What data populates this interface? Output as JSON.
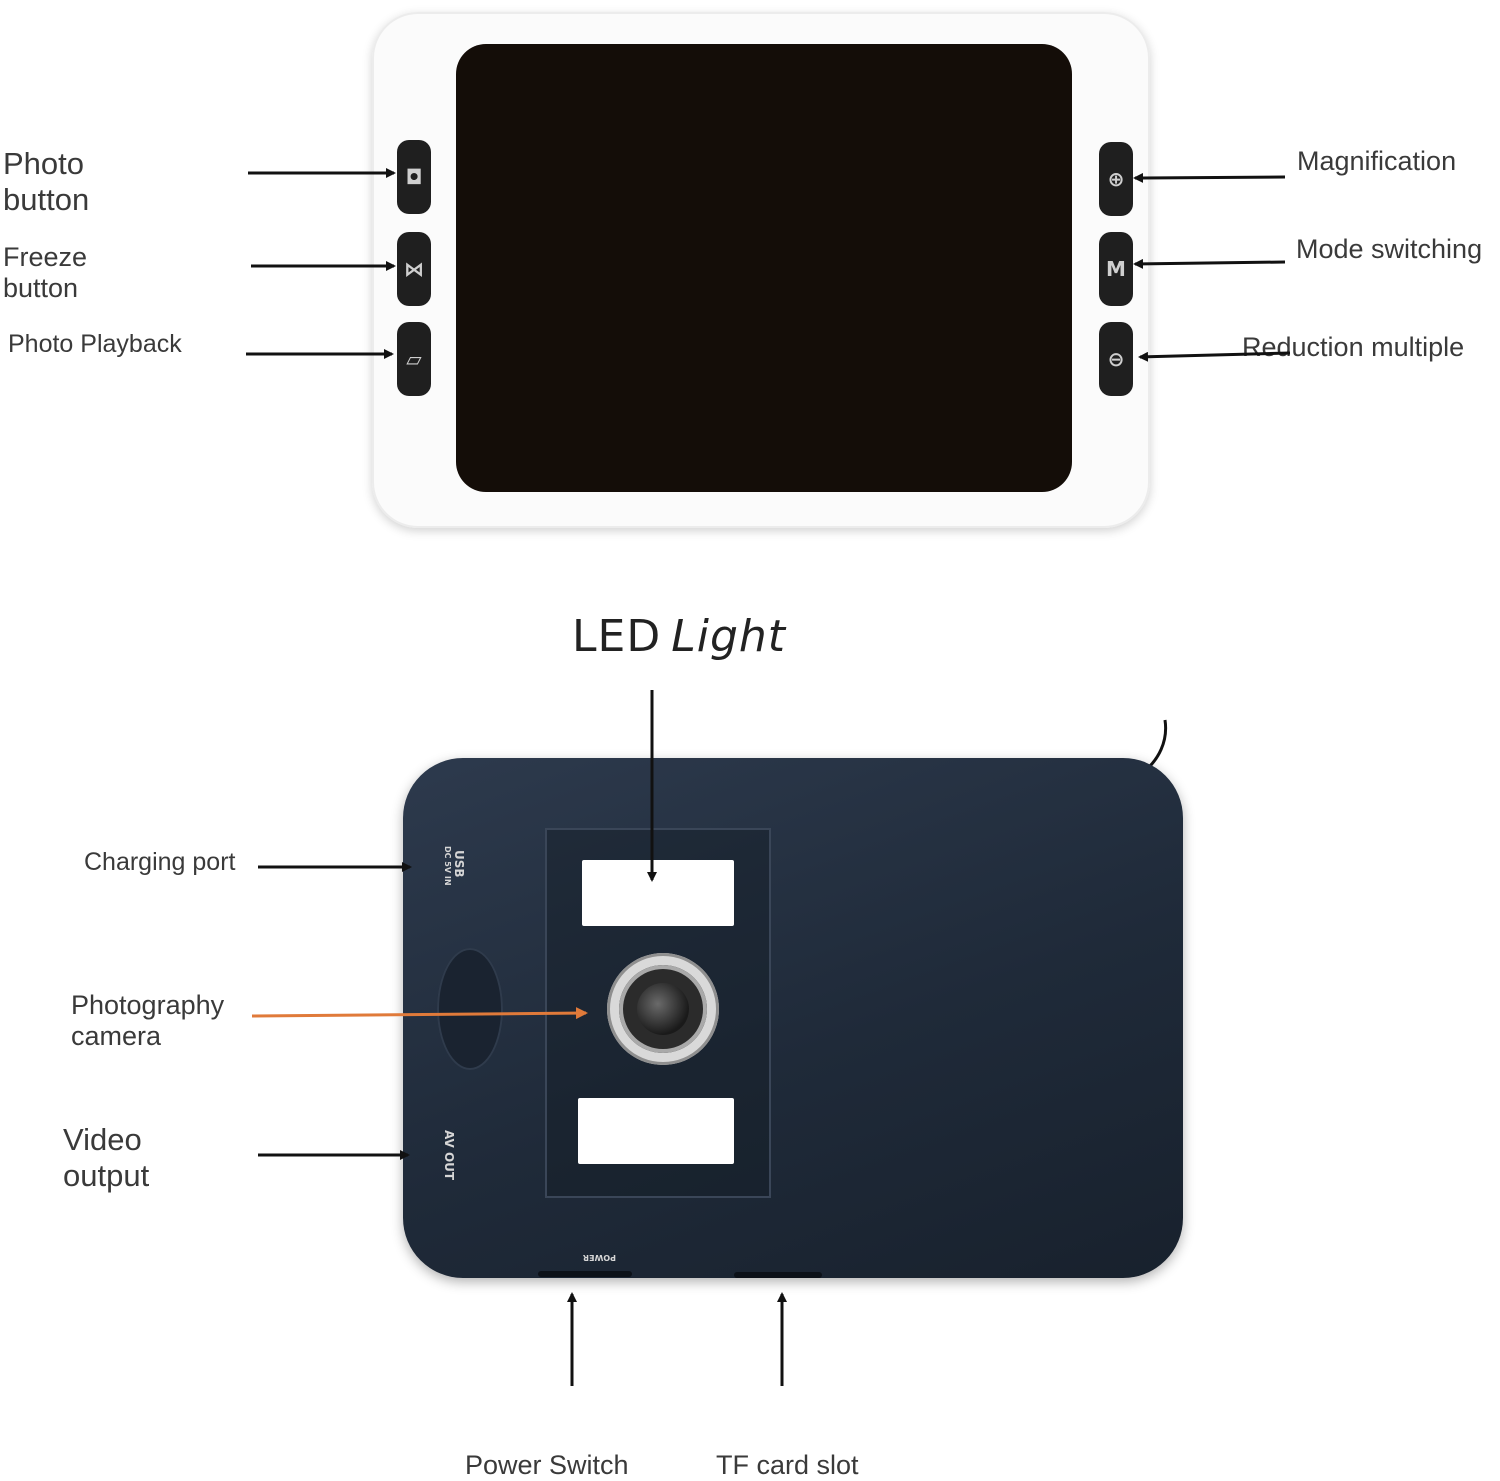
{
  "front": {
    "labels": {
      "photo_button": [
        "Photo",
        "button"
      ],
      "freeze_button": [
        "Freeze",
        "button"
      ],
      "photo_playback": "Photo Playback",
      "magnification": "Magnification",
      "mode_switching": "Mode switching",
      "reduction_multiple": "Reduction multiple"
    },
    "button_glyphs": {
      "photo": "◘",
      "freeze": "⋈",
      "playback": "▱",
      "magnification": "⊕",
      "mode": "M",
      "reduction": "⊖"
    }
  },
  "back": {
    "led_label": {
      "part1": "LED",
      "part2": "Light"
    },
    "labels": {
      "charging_port": "Charging port",
      "photography_camera": [
        "Photography",
        "camera"
      ],
      "video_output": [
        "Video",
        "output"
      ],
      "power_switch": "Power Switch",
      "tf_card_slot": "TF card slot"
    },
    "port_prints": {
      "usb": "USB",
      "dc": "DC 5V IN",
      "av": "AV OUT",
      "power": "POWER"
    }
  },
  "colors": {
    "arrow": "#111111",
    "camera_arrow": "#e07a3a",
    "back_body": "#1f2a39",
    "screen": "#140d08"
  }
}
